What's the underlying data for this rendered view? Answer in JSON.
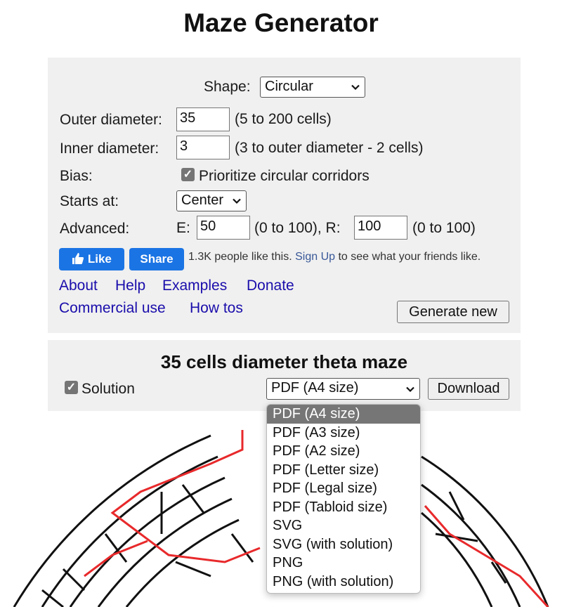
{
  "page": {
    "title": "Maze Generator"
  },
  "settings": {
    "shape_label": "Shape:",
    "shape_value": "Circular",
    "outer_label": "Outer diameter:",
    "outer_value": "35",
    "outer_hint": "(5 to 200 cells)",
    "inner_label": "Inner diameter:",
    "inner_value": "3",
    "inner_hint": "(3 to outer diameter - 2 cells)",
    "bias_label": "Bias:",
    "bias_checkbox_label": "Prioritize circular corridors",
    "bias_checked": true,
    "starts_label": "Starts at:",
    "starts_value": "Center",
    "advanced_label": "Advanced:",
    "e_label": "E:",
    "e_value": "50",
    "e_hint": "(0 to 100), R:",
    "r_value": "100",
    "r_hint": "(0 to 100)"
  },
  "social": {
    "like_label": "Like",
    "share_label": "Share",
    "count_text": "1.3K people like this.",
    "signup_link": "Sign Up",
    "suffix_text": "to see what your friends like."
  },
  "links": {
    "about": "About",
    "help": "Help",
    "examples": "Examples",
    "donate": "Donate",
    "commercial": "Commercial use",
    "howtos": "How tos"
  },
  "generate_button": "Generate new",
  "result": {
    "heading": "35 cells diameter theta maze",
    "solution_label": "Solution",
    "solution_checked": true,
    "format_value": "PDF (A4 size)",
    "download_button": "Download"
  },
  "format_options": [
    "PDF (A4 size)",
    "PDF (A3 size)",
    "PDF (A2 size)",
    "PDF (Letter size)",
    "PDF (Legal size)",
    "PDF (Tabloid size)",
    "SVG",
    "SVG (with solution)",
    "PNG",
    "PNG (with solution)"
  ],
  "colors": {
    "panel_bg": "#f0f0f0",
    "link": "#1a0dab",
    "facebook_blue": "#1b74e4",
    "maze_wall": "#111111",
    "solution_path": "#e8292b",
    "selected_option_bg": "#767676"
  }
}
